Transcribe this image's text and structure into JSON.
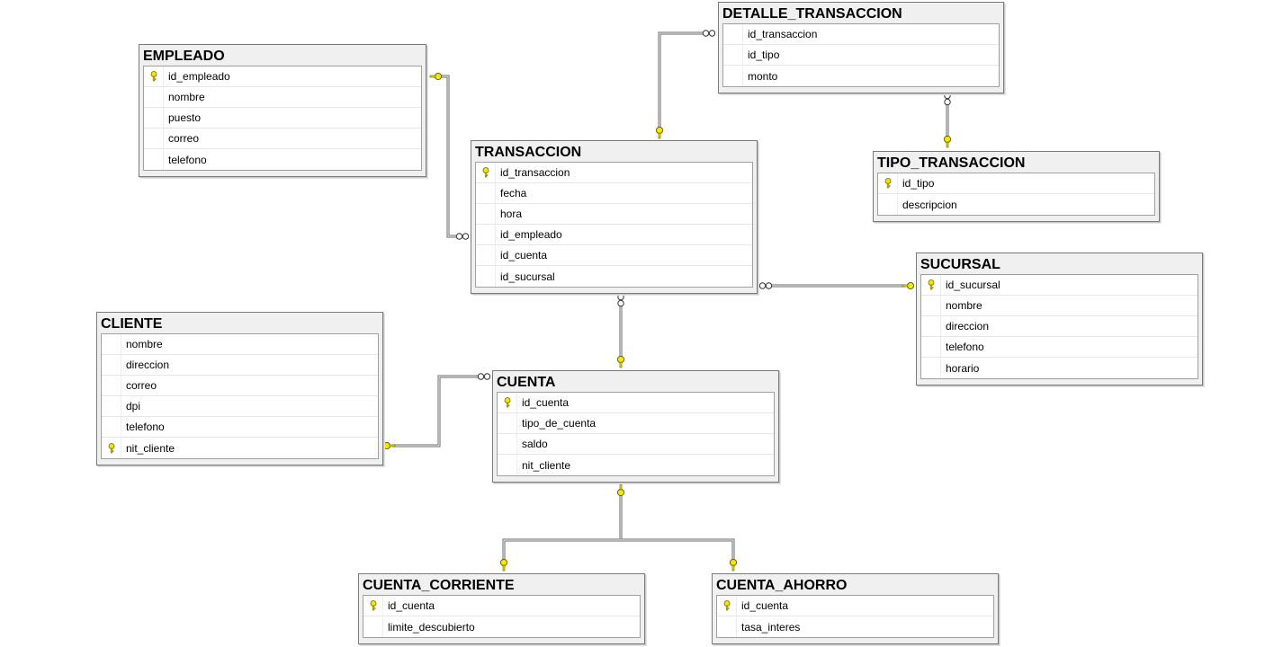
{
  "tables": [
    {
      "id": "empleado",
      "title": "EMPLEADO",
      "columns": [
        {
          "name": "id_empleado",
          "pk": true
        },
        {
          "name": "nombre",
          "pk": false
        },
        {
          "name": "puesto",
          "pk": false
        },
        {
          "name": "correo",
          "pk": false
        },
        {
          "name": "telefono",
          "pk": false
        }
      ]
    },
    {
      "id": "detalle_transaccion",
      "title": "DETALLE_TRANSACCION",
      "columns": [
        {
          "name": "id_transaccion",
          "pk": false
        },
        {
          "name": "id_tipo",
          "pk": false
        },
        {
          "name": "monto",
          "pk": false
        }
      ]
    },
    {
      "id": "transaccion",
      "title": "TRANSACCION",
      "columns": [
        {
          "name": "id_transaccion",
          "pk": true
        },
        {
          "name": "fecha",
          "pk": false
        },
        {
          "name": "hora",
          "pk": false
        },
        {
          "name": "id_empleado",
          "pk": false
        },
        {
          "name": "id_cuenta",
          "pk": false
        },
        {
          "name": "id_sucursal",
          "pk": false
        }
      ]
    },
    {
      "id": "tipo_transaccion",
      "title": "TIPO_TRANSACCION",
      "columns": [
        {
          "name": "id_tipo",
          "pk": true
        },
        {
          "name": "descripcion",
          "pk": false
        }
      ]
    },
    {
      "id": "sucursal",
      "title": "SUCURSAL",
      "columns": [
        {
          "name": "id_sucursal",
          "pk": true
        },
        {
          "name": "nombre",
          "pk": false
        },
        {
          "name": "direccion",
          "pk": false
        },
        {
          "name": "telefono",
          "pk": false
        },
        {
          "name": "horario",
          "pk": false
        }
      ]
    },
    {
      "id": "cliente",
      "title": "CLIENTE",
      "columns": [
        {
          "name": "nombre",
          "pk": false
        },
        {
          "name": "direccion",
          "pk": false
        },
        {
          "name": "correo",
          "pk": false
        },
        {
          "name": "dpi",
          "pk": false
        },
        {
          "name": "telefono",
          "pk": false
        },
        {
          "name": "nit_cliente",
          "pk": true
        }
      ]
    },
    {
      "id": "cuenta",
      "title": "CUENTA",
      "columns": [
        {
          "name": "id_cuenta",
          "pk": true
        },
        {
          "name": "tipo_de_cuenta",
          "pk": false
        },
        {
          "name": "saldo",
          "pk": false
        },
        {
          "name": "nit_cliente",
          "pk": false
        }
      ]
    },
    {
      "id": "cuenta_corriente",
      "title": "CUENTA_CORRIENTE",
      "columns": [
        {
          "name": "id_cuenta",
          "pk": true
        },
        {
          "name": "limite_descubierto",
          "pk": false
        }
      ]
    },
    {
      "id": "cuenta_ahorro",
      "title": "CUENTA_AHORRO",
      "columns": [
        {
          "name": "id_cuenta",
          "pk": true
        },
        {
          "name": "tasa_interes",
          "pk": false
        }
      ]
    }
  ],
  "relationships": [
    {
      "from": "empleado",
      "to": "transaccion"
    },
    {
      "from": "detalle_transaccion",
      "to": "transaccion"
    },
    {
      "from": "tipo_transaccion",
      "to": "detalle_transaccion"
    },
    {
      "from": "sucursal",
      "to": "transaccion"
    },
    {
      "from": "cuenta",
      "to": "transaccion"
    },
    {
      "from": "cliente",
      "to": "cuenta"
    },
    {
      "from": "cuenta",
      "to": "cuenta_corriente"
    },
    {
      "from": "cuenta",
      "to": "cuenta_ahorro"
    }
  ],
  "colors": {
    "key_icon": "#f2e800",
    "line": "#6a6a6a",
    "title_bar": "#f0f0f0"
  }
}
